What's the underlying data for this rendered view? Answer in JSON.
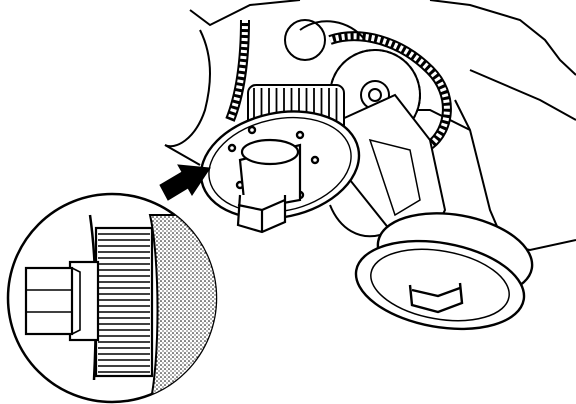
{
  "figure": {
    "background": "#ffffff",
    "ink": "#000000",
    "shade": "#8a8a8a",
    "icons": [
      "engine-block",
      "timing-belt",
      "crankshaft-sprocket",
      "belt-guide-washer",
      "crankshaft-bolt",
      "pulley",
      "camshaft-sprocket",
      "pointer-arrow",
      "detail-inset"
    ]
  }
}
